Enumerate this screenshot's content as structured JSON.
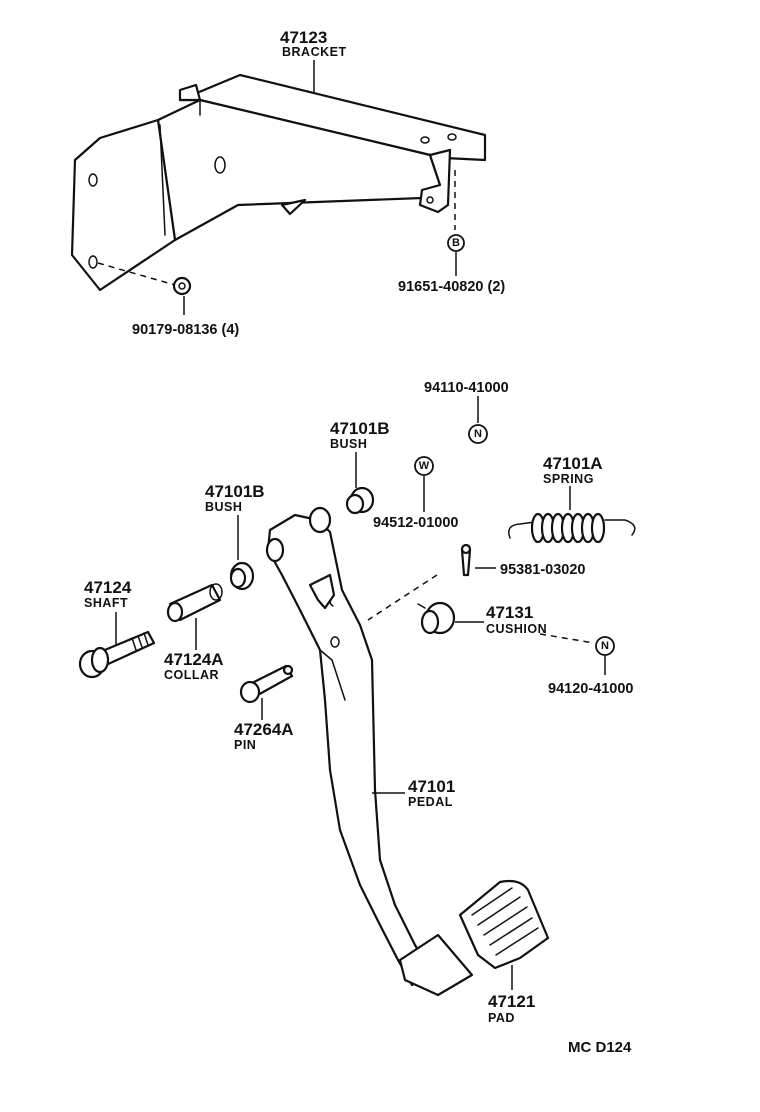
{
  "labels": {
    "bracket": {
      "number": "47123",
      "name": "BRACKET"
    },
    "bracket_bolt": {
      "number": "91651-40820 (2)"
    },
    "bracket_nut": {
      "number": "90179-08136 (4)"
    },
    "nut_top": {
      "number": "94110-41000"
    },
    "washer": {
      "number": "94512-01000"
    },
    "bush_upper": {
      "number": "47101B",
      "name": "BUSH"
    },
    "spring": {
      "number": "47101A",
      "name": "SPRING"
    },
    "bush_left": {
      "number": "47101B",
      "name": "BUSH"
    },
    "cotter_pin": {
      "number": "95381-03020"
    },
    "shaft": {
      "number": "47124",
      "name": "SHAFT"
    },
    "cushion": {
      "number": "47131",
      "name": "CUSHION"
    },
    "collar": {
      "number": "47124A",
      "name": "COLLAR"
    },
    "cushion_nut": {
      "number": "94120-41000"
    },
    "pin": {
      "number": "47264A",
      "name": "PIN"
    },
    "pedal": {
      "number": "47101",
      "name": "PEDAL"
    },
    "pad": {
      "number": "47121",
      "name": "PAD"
    }
  },
  "badges": {
    "bolt_badge": "B",
    "nut_top_badge": "N",
    "washer_badge": "W",
    "cushion_nut_badge": "N"
  },
  "diagram_code": "MC D124"
}
